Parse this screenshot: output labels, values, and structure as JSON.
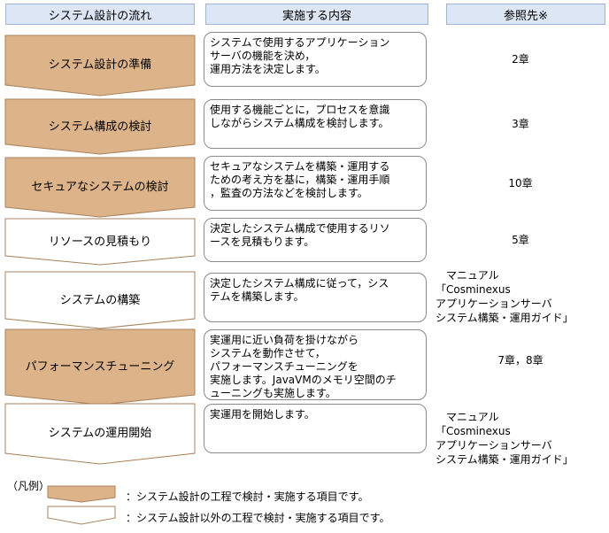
{
  "headers": {
    "flow": "システム設計の流れ",
    "content": "実施する内容",
    "reference": "参照先※"
  },
  "colors": {
    "design_fill": "#ddb48a",
    "other_fill": "#ffffff",
    "header_fill": "#dce6f5",
    "stroke": "#a9825c"
  },
  "steps": [
    {
      "label": "システム設計の準備",
      "type": "design",
      "content": "システムで使用するアプリケーション\nサーバの機能を決め，\n運用方法を決定します。",
      "reference": "2章"
    },
    {
      "label": "システム構成の検討",
      "type": "design",
      "content": "使用する機能ごとに，プロセスを意識\nしながらシステム構成を検討します。",
      "reference": "3章"
    },
    {
      "label": "セキュアなシステムの検討",
      "type": "design",
      "content": "セキュアなシステムを構築・運用する\nための考え方を基に，構築・運用手順\n，監査の方法などを検討します。",
      "reference": "10章"
    },
    {
      "label": "リソースの見積もり",
      "type": "other",
      "content": "決定したシステム構成で使用するリソ\nースを見積もります。",
      "reference": "5章"
    },
    {
      "label": "システムの構築",
      "type": "other",
      "content": "決定したシステム構成に従って，シス\nテムを構築します。",
      "reference": "　マニュアル\n「Cosminexus\nアプリケーションサーバ\nシステム構築・運用ガイド」"
    },
    {
      "label": "パフォーマンスチューニング",
      "type": "design",
      "content": "実運用に近い負荷を掛けながら\nシステムを動作させて，\nパフォーマンスチューニングを\n実施します。JavaVMのメモリ空間のチ\nューニングも実施します。",
      "reference": "7章，8章"
    },
    {
      "label": "システムの運用開始",
      "type": "other",
      "content": "実運用を開始します。",
      "reference": "　マニュアル\n「Cosminexus\nアプリケーションサーバ\nシステム構築・運用ガイド」"
    }
  ],
  "legend": {
    "title": "（凡例）",
    "design_text": "：システム設計の工程で検討・実施する項目です。",
    "other_text": "：システム設計以外の工程で検討・実施する項目です。"
  }
}
